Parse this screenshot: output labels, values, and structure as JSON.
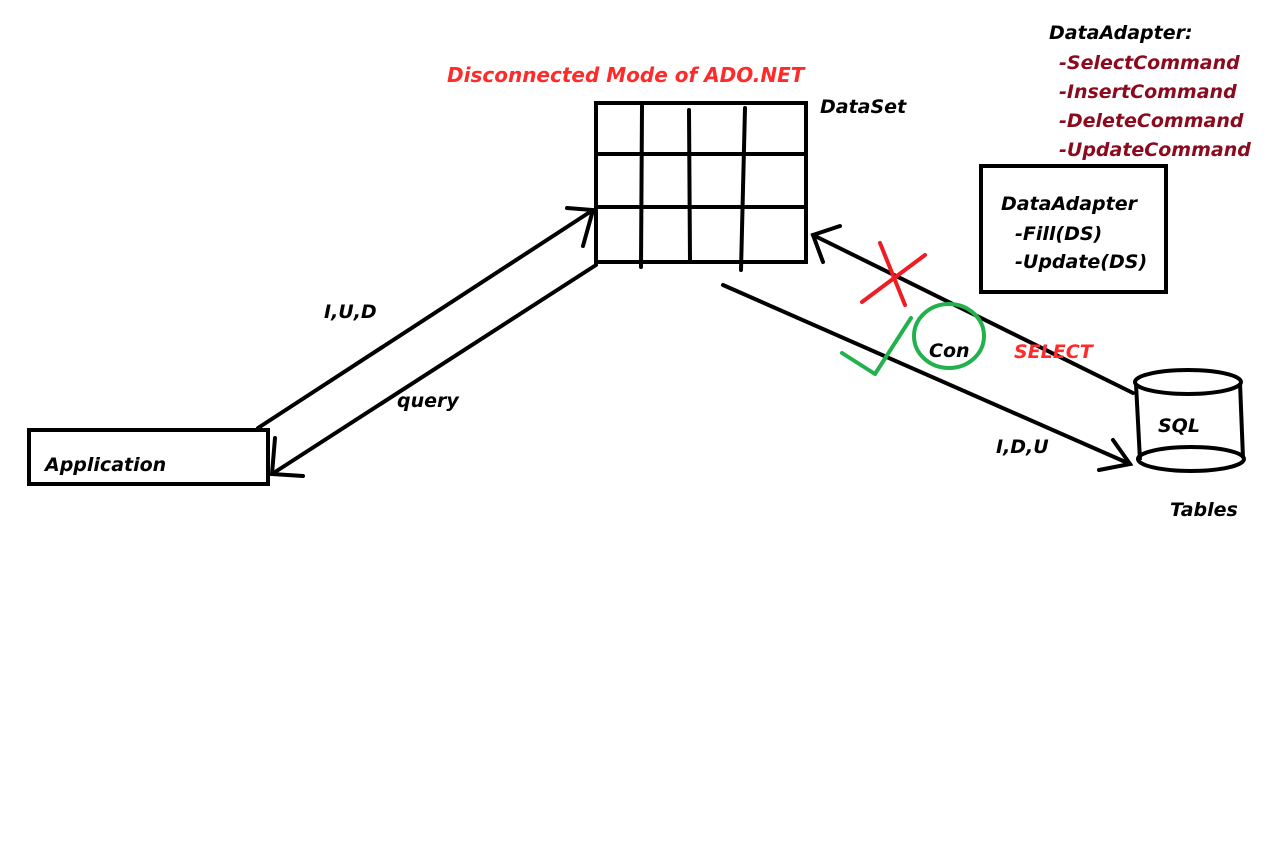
{
  "title": "Disconnected Mode of ADO.NET",
  "dataset_label": "DataSet",
  "application_label": "Application",
  "arrow_labels": {
    "iud": "I,U,D",
    "query": "query",
    "idu": "I,D,U",
    "select": "SELECT",
    "con": "Con"
  },
  "database": {
    "label": "SQL",
    "caption": "Tables"
  },
  "adapter_box": {
    "title": "DataAdapter",
    "methods": [
      "-Fill(DS)",
      "-Update(DS)"
    ]
  },
  "adapter_commands": {
    "heading": "DataAdapter:",
    "items": [
      "-SelectCommand",
      "-InsertCommand",
      "-DeleteCommand",
      "-UpdateCommand"
    ]
  },
  "colors": {
    "ink": "#000000",
    "title": "#ff2a2a",
    "commands": "#8b0a1e",
    "cross": "#ee1c24",
    "check": "#22b14c"
  }
}
